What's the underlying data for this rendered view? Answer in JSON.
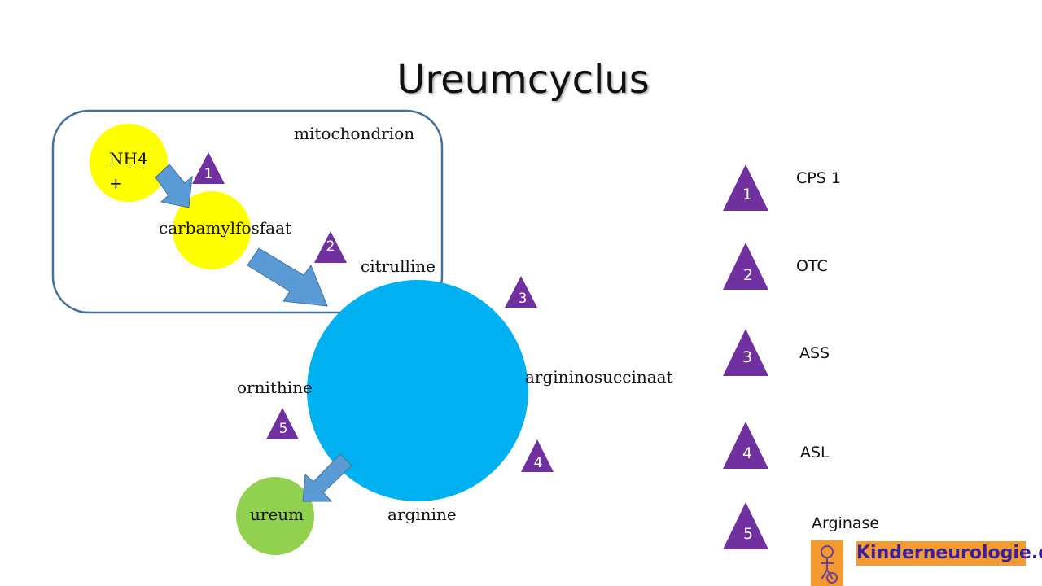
{
  "title": "Ureumcyclus",
  "compartment_label": "mitochondrion",
  "nodes": {
    "nh4_line1": "NH4",
    "nh4_line2": "+",
    "carbamylfosfaat": "carbamylfosfaat",
    "citrulline": "citrulline",
    "argininosuccinaat": "argininosuccinaat",
    "arginine": "arginine",
    "ornithine": "ornithine",
    "ureum": "ureum"
  },
  "step_markers": [
    "1",
    "2",
    "3",
    "4",
    "5"
  ],
  "legend": [
    {
      "number": "1",
      "enzyme": "CPS 1"
    },
    {
      "number": "2",
      "enzyme": "OTC"
    },
    {
      "number": "3",
      "enzyme": "ASS"
    },
    {
      "number": "4",
      "enzyme": "ASL"
    },
    {
      "number": "5",
      "enzyme": "Arginase"
    }
  ],
  "brand": "Kinderneurologie.eu",
  "colors": {
    "marker": "#7030a0",
    "cycle": "#00b0f0",
    "nh4": "#ffff00",
    "ureum": "#92d050",
    "arrow": "#5b9bd5",
    "compartment_border": "#41719c"
  }
}
